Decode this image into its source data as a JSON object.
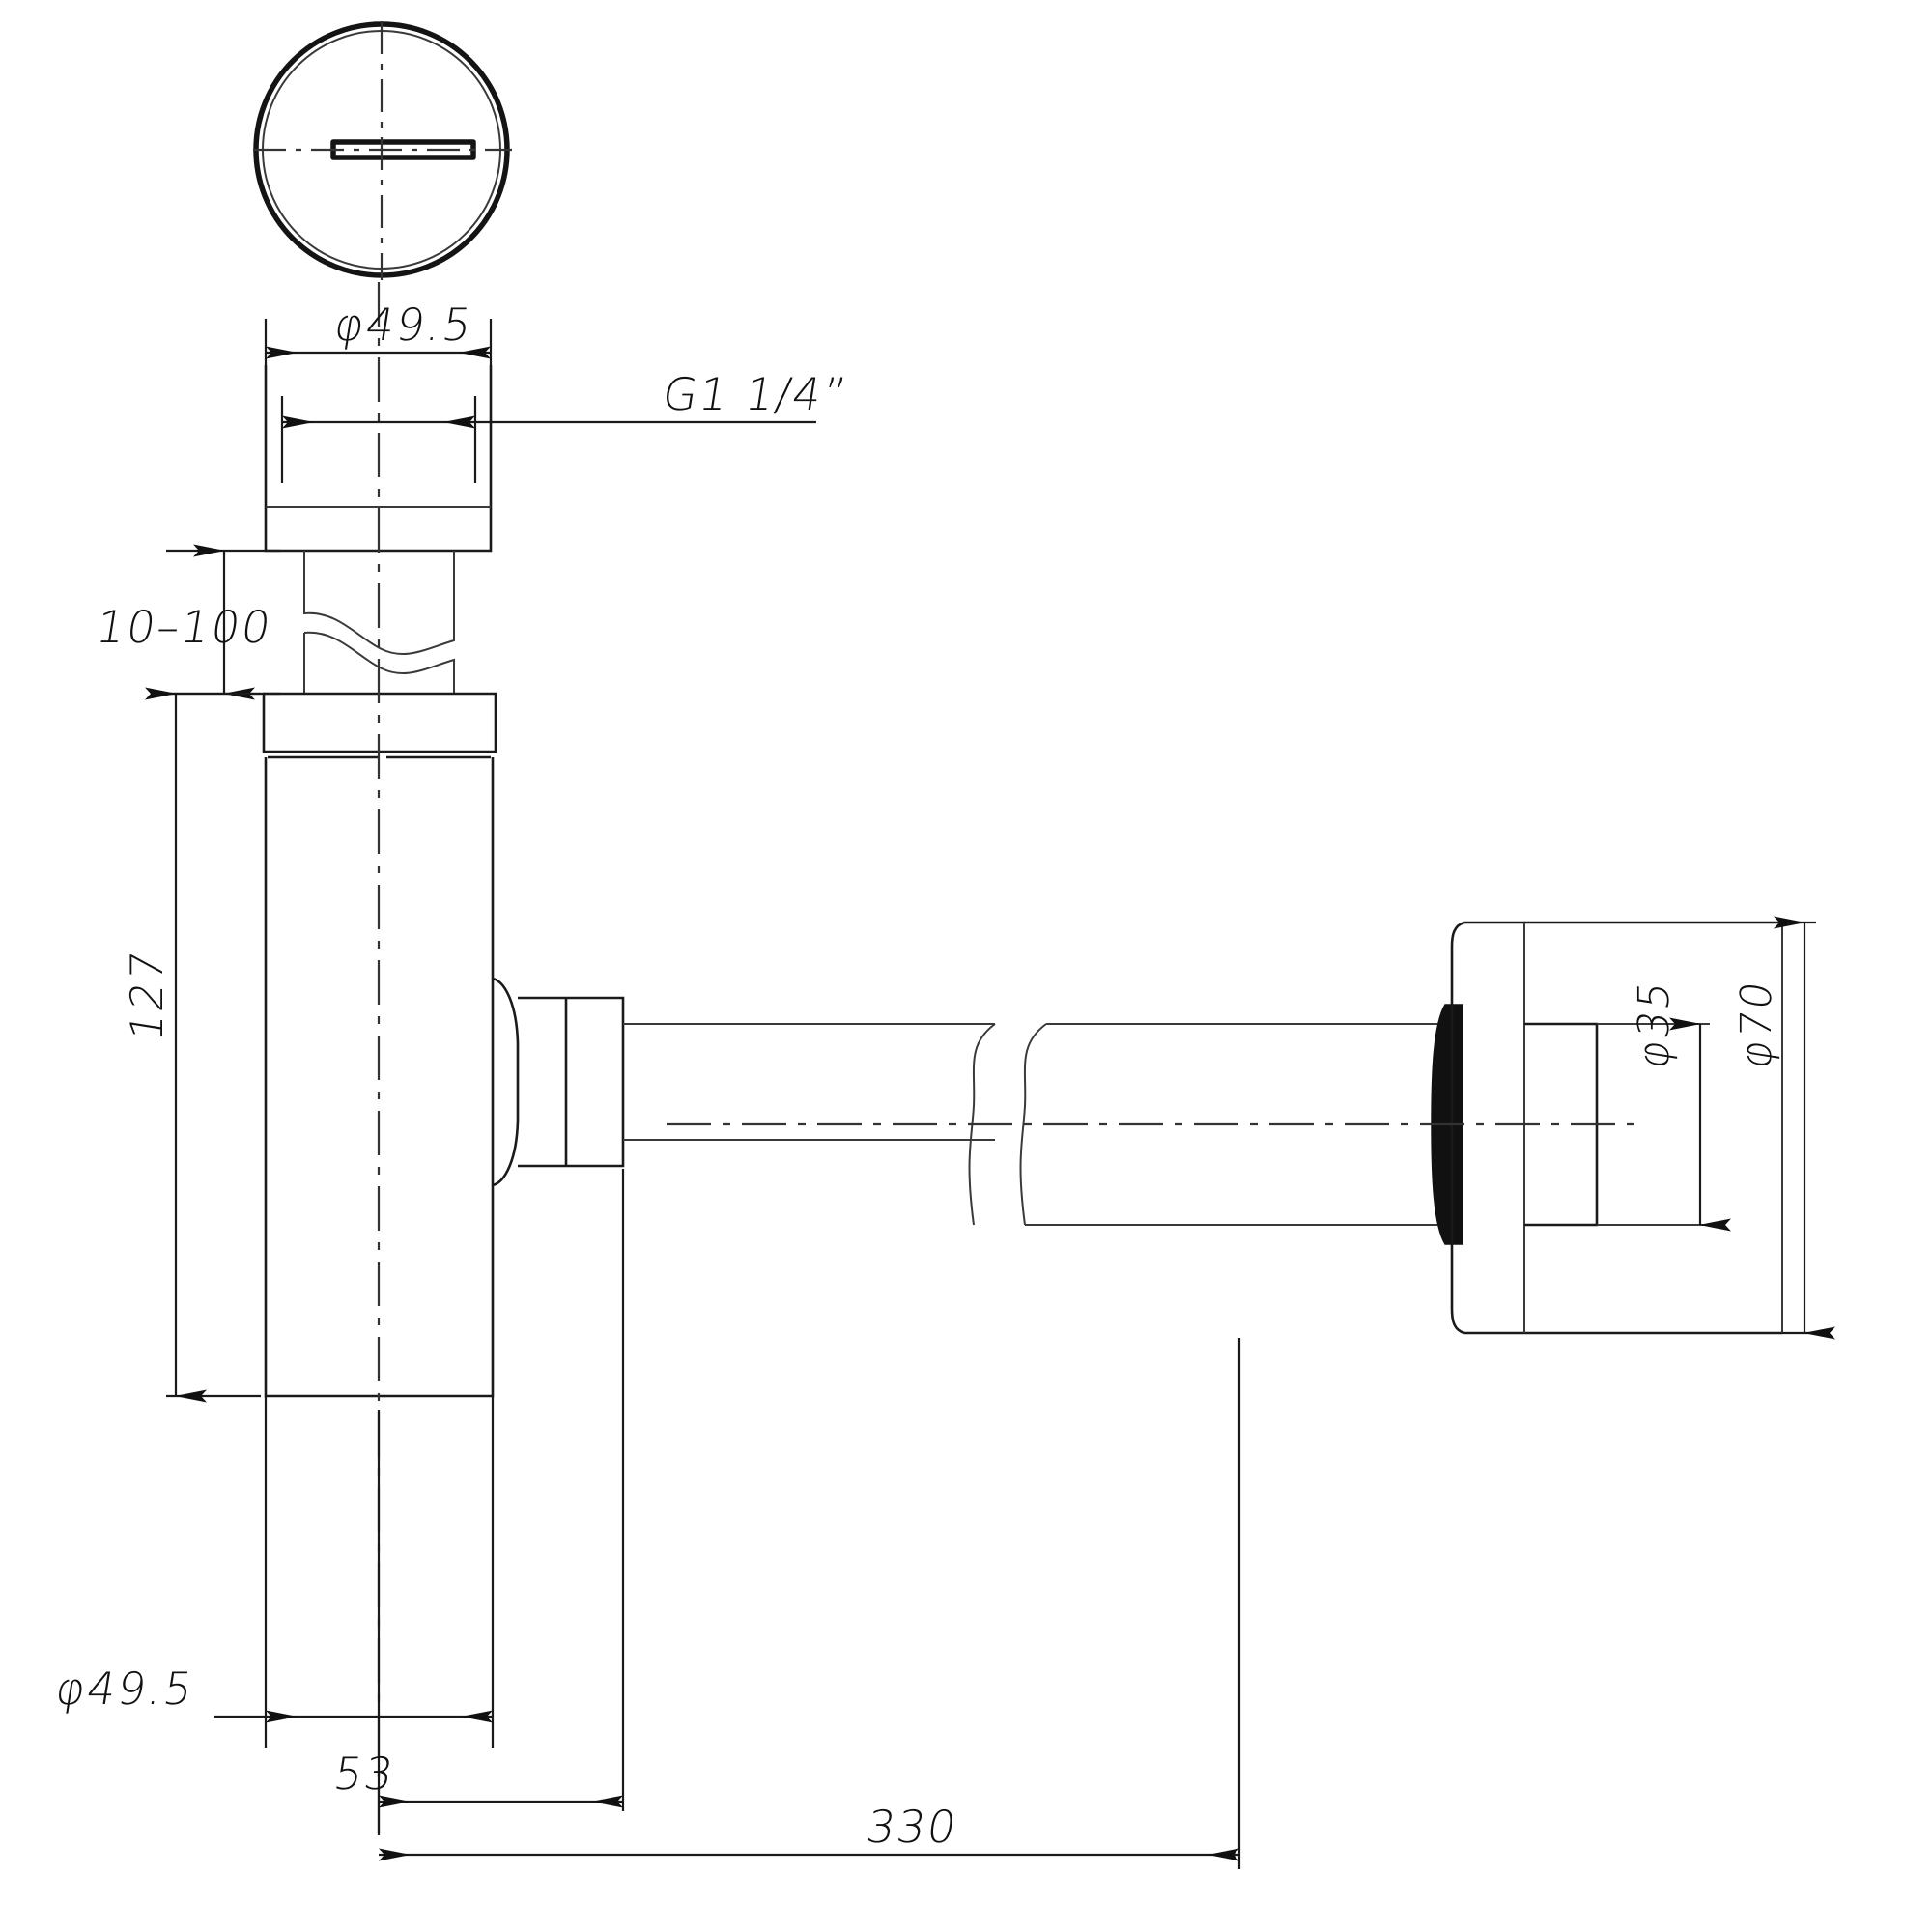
{
  "drawing": {
    "title": "Bottle trap technical drawing",
    "type": "mechanical-dimension-drawing",
    "units": "mm",
    "line_color": "#1a1a1a",
    "background_color": "#ffffff"
  },
  "views": {
    "top": {
      "name": "top-view",
      "label": ""
    },
    "front": {
      "name": "front-section-view",
      "label": ""
    }
  },
  "dimensions": {
    "top_flange_diameter": "φ49.5",
    "thread_size": "G1 1/4”",
    "adjustable_height_range": "10–100",
    "body_height": "127",
    "body_diameter": "φ49.5",
    "outlet_offset": "53",
    "overall_length": "330",
    "wall_flange_inner_diameter": "φ35",
    "wall_flange_outer_diameter": "φ70"
  },
  "annotations": [
    {
      "id": "dim-phi495-top",
      "text": "φ49.5",
      "orientation": "horizontal"
    },
    {
      "id": "dim-g114",
      "text": "G1 1/4”",
      "orientation": "horizontal"
    },
    {
      "id": "dim-10-100",
      "text": "10–100",
      "orientation": "horizontal"
    },
    {
      "id": "dim-127",
      "text": "127",
      "orientation": "vertical"
    },
    {
      "id": "dim-phi495-bottom",
      "text": "φ49.5",
      "orientation": "horizontal"
    },
    {
      "id": "dim-53",
      "text": "53",
      "orientation": "horizontal"
    },
    {
      "id": "dim-330",
      "text": "330",
      "orientation": "horizontal"
    },
    {
      "id": "dim-phi35",
      "text": "φ35",
      "orientation": "vertical"
    },
    {
      "id": "dim-phi70",
      "text": "φ70",
      "orientation": "vertical"
    }
  ]
}
